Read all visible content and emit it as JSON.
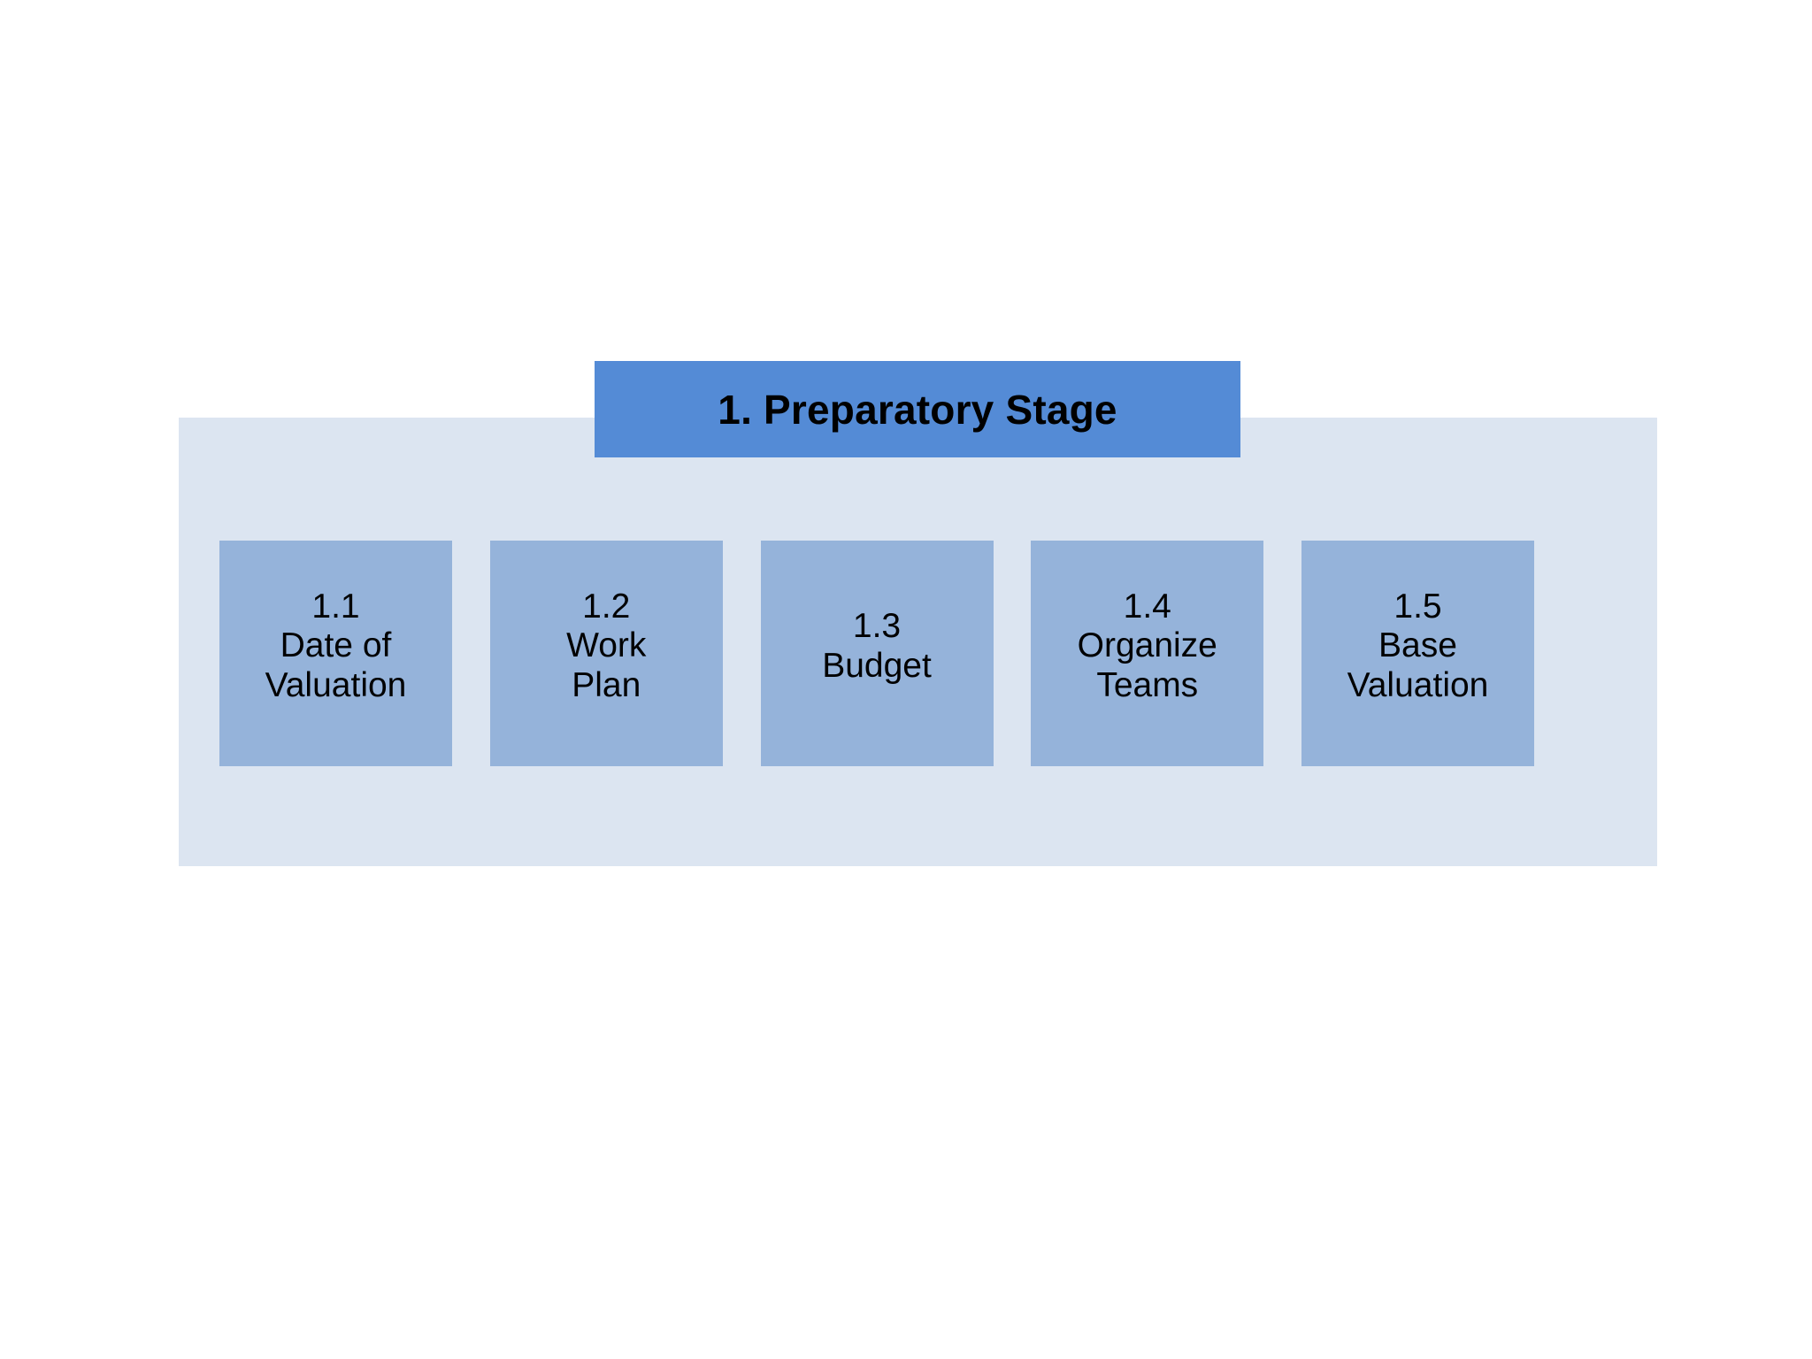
{
  "diagram": {
    "type": "process-breakdown",
    "header": {
      "title": "1. Preparatory Stage"
    },
    "colors": {
      "header_bar": "#548BD6",
      "panel_background": "#DCE5F1",
      "step_box": "#95B3DA",
      "text": "#000000",
      "page_background": "#FFFFFF"
    },
    "steps": [
      {
        "number": "1.1",
        "label": "Date of\nValuation"
      },
      {
        "number": "1.2",
        "label": "Work\nPlan"
      },
      {
        "number": "1.3",
        "label": "Budget"
      },
      {
        "number": "1.4",
        "label": "Organize\nTeams"
      },
      {
        "number": "1.5",
        "label": "Base\nValuation"
      }
    ]
  }
}
